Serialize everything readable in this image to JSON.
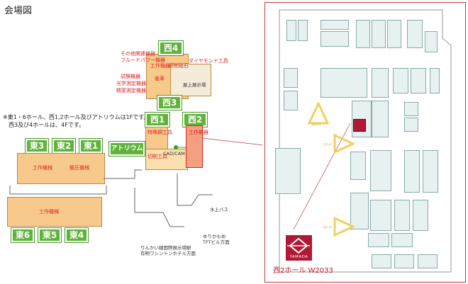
{
  "title": "会場図",
  "note": "※東1・6ホール、西1,2ホール及びアトリウムは1Fです。\n　西3及び4ホールは、4Fです。",
  "halls": {
    "west4": "西4",
    "west3": "西3",
    "west1": "西1",
    "west2": "西2",
    "east3": "東3",
    "east2": "東2",
    "east1": "東1",
    "east6": "東6",
    "east5": "東5",
    "east4": "東4",
    "atrium": "アトリウム"
  },
  "west34_labels": {
    "other_mfg": "その他関連機器",
    "fluid_power": "フルードパワー機器",
    "machine_tools_top": "工作機器",
    "grinding": "研削砥石",
    "diamond": "ダイヤモンド工具",
    "gears": "歯車",
    "test_equipment": "試験機器",
    "optical": "光学測定機器",
    "precision": "精密測定機器",
    "rooftop": "屋上展示場"
  },
  "west12_labels": {
    "special_tools": "特殊鋼工具",
    "machine_equip": "工作機器",
    "cutting_tools": "切削工具",
    "cadcam": "CAD/CAM"
  },
  "east_labels": {
    "e321": "工作機械",
    "e21": "鍛圧機械",
    "e654": "工作機械"
  },
  "transit": {
    "water_bus": "水上バス",
    "yurikamome": "ゆりかもめ\nTFTビル方面",
    "rinkai": "りんかい線国際展示場駅\n有明ワシントンホテル方面"
  },
  "inset": {
    "caption": "西2ホール W2033",
    "logo_text": "YAMADA",
    "entrance": "出入口"
  },
  "colors": {
    "hall_fill": "#f7c98a",
    "west2_fill": "#f2a080",
    "tag_green": "#5fb33a",
    "accent_red": "#d22222",
    "yamada": "#b01835",
    "arrow": "#f0d060"
  }
}
